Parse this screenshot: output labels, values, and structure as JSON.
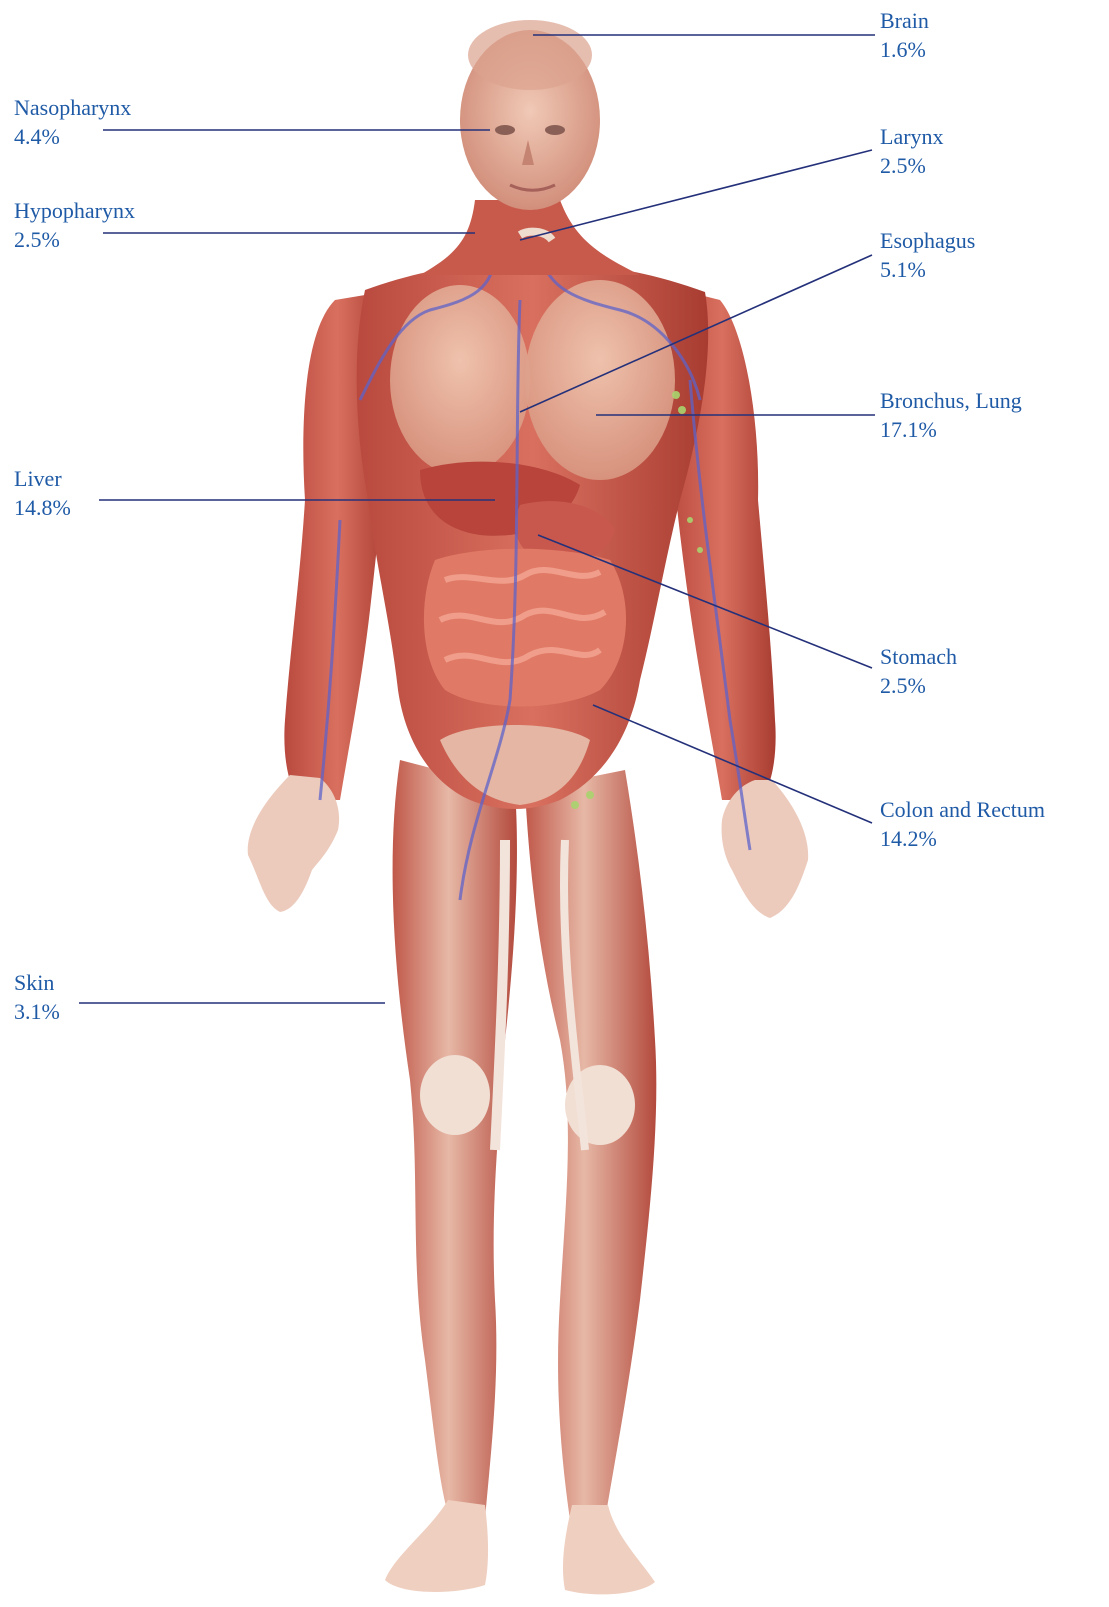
{
  "colors": {
    "label_text": "#1f5aa6",
    "leader_line": "#24317a",
    "muscle": "#c9564a",
    "muscle_dark": "#9c3327",
    "muscle_light": "#e08a78",
    "skin_pale": "#f1d5c6",
    "bone_tendon": "#f4e6dc",
    "vein": "#5e63c9",
    "lymph": "#a9d46e",
    "intestine": "#e07a66",
    "liver": "#b8443c",
    "lung": "#e9b49c"
  },
  "labels": {
    "brain": {
      "name": "Brain",
      "value": "1.6%"
    },
    "nasopharynx": {
      "name": "Nasopharynx",
      "value": "4.4%"
    },
    "larynx": {
      "name": "Larynx",
      "value": "2.5%"
    },
    "hypopharynx": {
      "name": "Hypopharynx",
      "value": "2.5%"
    },
    "esophagus": {
      "name": "Esophagus",
      "value": "5.1%"
    },
    "lung": {
      "name": "Bronchus, Lung",
      "value": "17.1%"
    },
    "liver": {
      "name": "Liver",
      "value": "14.8%"
    },
    "stomach": {
      "name": "Stomach",
      "value": "2.5%"
    },
    "colon": {
      "name": "Colon and Rectum",
      "value": "14.2%"
    },
    "skin": {
      "name": "Skin",
      "value": "3.1%"
    }
  }
}
